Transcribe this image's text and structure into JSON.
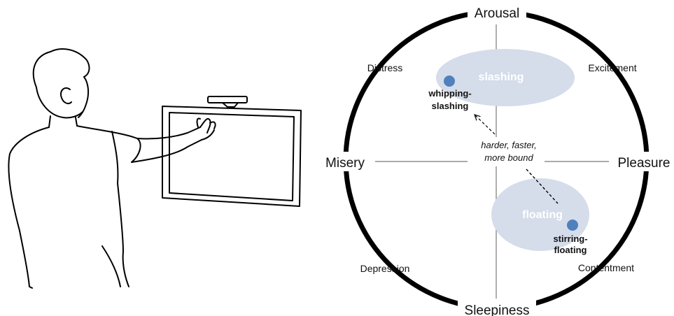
{
  "axes": {
    "top": "Arousal",
    "bottom": "Sleepiness",
    "left": "Misery",
    "right": "Pleasure"
  },
  "quadrants": {
    "top_left": "Distress",
    "top_right": "Excitement",
    "bottom_left": "Depression",
    "bottom_right": "Contentment"
  },
  "clusters": {
    "upper": "slashing",
    "lower": "floating"
  },
  "points": {
    "upper": [
      "whipping-",
      "slashing"
    ],
    "lower": [
      "stirring-",
      "floating"
    ]
  },
  "annotation": [
    "harder, faster,",
    "more bound"
  ],
  "colors": {
    "cluster_fill": "#d5dcea",
    "point_fill": "#4f81bd",
    "ring": "#000000"
  }
}
